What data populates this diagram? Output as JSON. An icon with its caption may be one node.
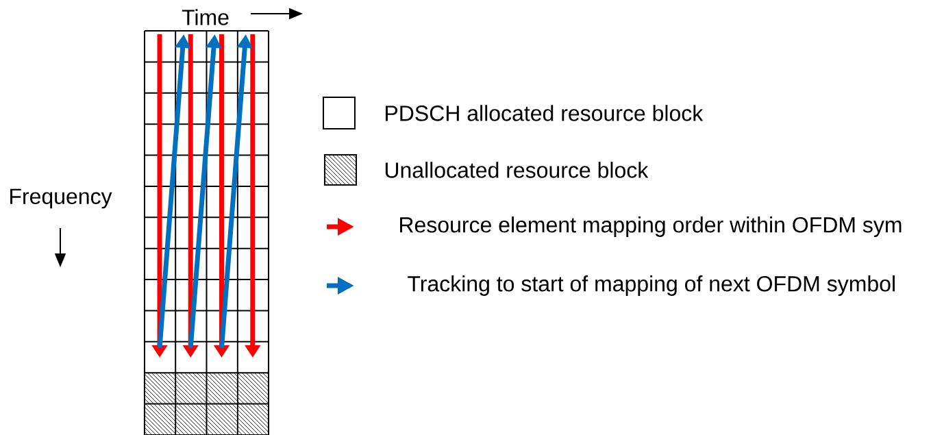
{
  "diagram": {
    "labels": [
      "Time",
      "Frequency"
    ],
    "legend": [
      {
        "text": "PDSCH allocated resource block"
      },
      {
        "text": "Unallocated resource block"
      },
      {
        "text": "Resource element mapping order within OFDM sym"
      },
      {
        "text": "Tracking to start of mapping of next OFDM symbol"
      }
    ]
  }
}
